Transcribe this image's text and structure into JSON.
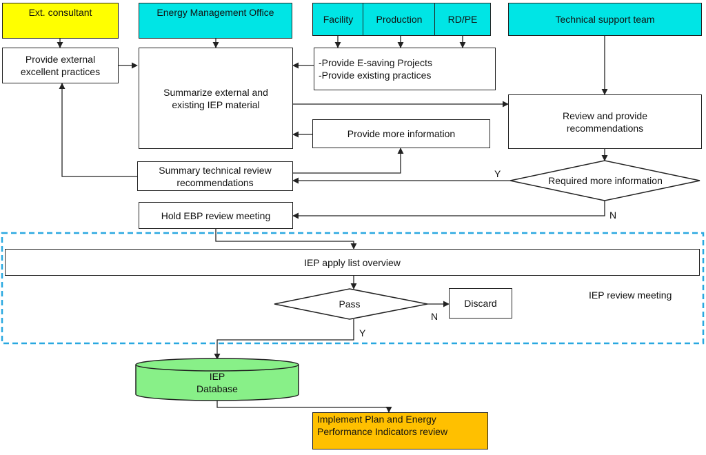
{
  "nodes": {
    "ext_consultant": "Ext. consultant",
    "energy_office": "Energy Management Office",
    "facility": "Facility",
    "production": "Production",
    "rdpe": "RD/PE",
    "tech_team": "Technical  support team",
    "provide_external": [
      "Provide external",
      "excellent practices"
    ],
    "provide_projects": [
      "-Provide  E-saving Projects",
      "-Provide existing practices"
    ],
    "summarize": [
      "Summarize external and",
      "existing IEP material"
    ],
    "review": [
      "Review and provide",
      "recommendations"
    ],
    "more_info": "Provide more information",
    "summary_review": [
      "Summary technical review",
      "recommendations"
    ],
    "required_info": "Required more information",
    "hold_ebp": "Hold EBP review meeting",
    "apply_list": "IEP  apply list overview",
    "pass": "Pass",
    "discard": "Discard",
    "database": [
      "IEP",
      "Database"
    ],
    "implement": [
      "Implement Plan and Energy",
      "Performance Indicators review"
    ]
  },
  "labels": {
    "y1": "Y",
    "n1": "N",
    "n2": "N",
    "y2": "Y",
    "meeting_group": "IEP review meeting"
  },
  "colors": {
    "yellow": "#ffff00",
    "cyan": "#00e5e5",
    "green": "#88f088",
    "orange": "#ffc000",
    "dashed": "#29a8e0"
  }
}
